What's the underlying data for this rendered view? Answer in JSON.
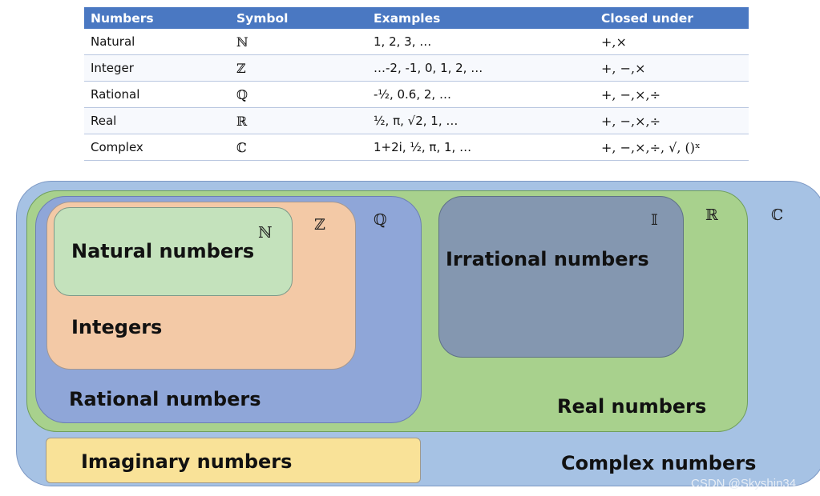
{
  "table": {
    "headers": [
      "Numbers",
      "Symbol",
      "Examples",
      "Closed under"
    ],
    "rows": [
      {
        "name": "Natural",
        "symbol": "ℕ",
        "examples": "1, 2, 3, …",
        "closed": "+,×"
      },
      {
        "name": "Integer",
        "symbol": "ℤ",
        "examples": "…-2, -1, 0, 1, 2, …",
        "closed": "+, −,×"
      },
      {
        "name": "Rational",
        "symbol": "ℚ",
        "examples": "-½, 0.6, 2, …",
        "closed": "+, −,×,÷"
      },
      {
        "name": "Real",
        "symbol": "ℝ",
        "examples": "½, π, √2, 1, …",
        "closed": "+, −,×,÷"
      },
      {
        "name": "Complex",
        "symbol": "ℂ",
        "examples": "1+2i, ½, π, 1, …",
        "closed": "+, −,×,÷, √, ()ˣ"
      }
    ]
  },
  "diagram": {
    "complex": {
      "label": "Complex numbers",
      "symbol": "ℂ"
    },
    "real": {
      "label": "Real numbers",
      "symbol": "ℝ"
    },
    "rational": {
      "label": "Rational numbers",
      "symbol": "ℚ"
    },
    "integers": {
      "label": "Integers",
      "symbol": "ℤ"
    },
    "natural": {
      "label": "Natural numbers",
      "symbol": "ℕ"
    },
    "irrational": {
      "label": "Irrational numbers",
      "symbol": "𝕀"
    },
    "imaginary": {
      "label": "Imaginary numbers"
    }
  },
  "colors": {
    "header": "#4a78c2",
    "complex": "#a6c2e4",
    "real": "#a8d18d",
    "rational": "#8fa6d8",
    "integers": "#f3c9a6",
    "natural": "#c4e2bc",
    "irrational": "#8497b0",
    "imaginary": "#f9e298"
  },
  "watermark": "CSDN @Skyshin34"
}
